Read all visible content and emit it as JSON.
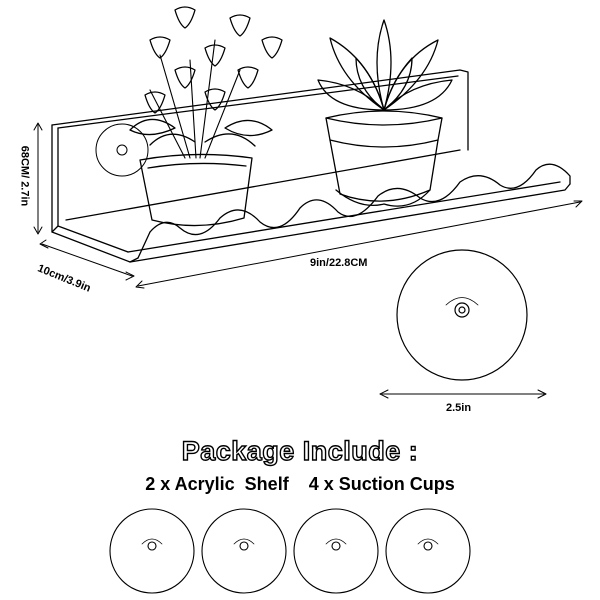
{
  "dimensions": {
    "height": "68CM/ 2.7in",
    "depth": "10cm/3.9in",
    "width": "9in/22.8CM",
    "cup_diameter": "2.5in"
  },
  "package": {
    "title": "Package Include :",
    "contents": "2 x Acrylic  Shelf    4 x Suction Cups"
  },
  "icons": [
    "shelf-illustration",
    "flower-pot-icon",
    "succulent-pot-icon",
    "suction-cup-icon"
  ]
}
